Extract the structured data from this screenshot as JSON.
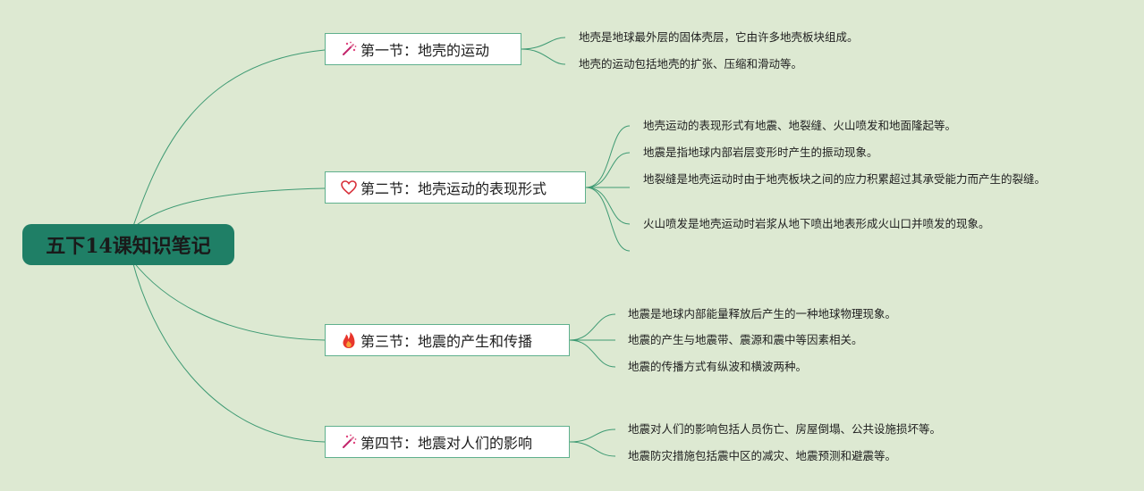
{
  "root": {
    "title": "五下14课知识笔记"
  },
  "colors": {
    "background": "#dde9d2",
    "root_fill": "#1f7f66",
    "line": "#3e9a73",
    "node_border": "#5fb08d"
  },
  "sections": [
    {
      "title": "第一节：地壳的运动",
      "icon": "magic-wand-icon",
      "leaves": [
        "地壳是地球最外层的固体壳层，它由许多地壳板块组成。",
        "地壳的运动包括地壳的扩张、压缩和滑动等。"
      ]
    },
    {
      "title": "第二节：地壳运动的表现形式",
      "icon": "heart-icon",
      "leaves": [
        "地壳运动的表现形式有地震、地裂缝、火山喷发和地面隆起等。",
        "地震是指地球内部岩层变形时产生的振动现象。",
        "地裂缝是地壳运动时由于地壳板块之间的应力积累超过其承受能力而产生的裂缝。",
        "火山喷发是地壳运动时岩浆从地下喷出地表形成火山口并喷发的现象。"
      ]
    },
    {
      "title": "第三节：地震的产生和传播",
      "icon": "fire-icon",
      "leaves": [
        "地震是地球内部能量释放后产生的一种地球物理现象。",
        "地震的产生与地震带、震源和震中等因素相关。",
        "地震的传播方式有纵波和横波两种。"
      ]
    },
    {
      "title": "第四节：地震对人们的影响",
      "icon": "magic-wand-icon",
      "leaves": [
        "地震对人们的影响包括人员伤亡、房屋倒塌、公共设施损坏等。",
        "地震防灾措施包括震中区的减灾、地震预测和避震等。"
      ]
    }
  ]
}
